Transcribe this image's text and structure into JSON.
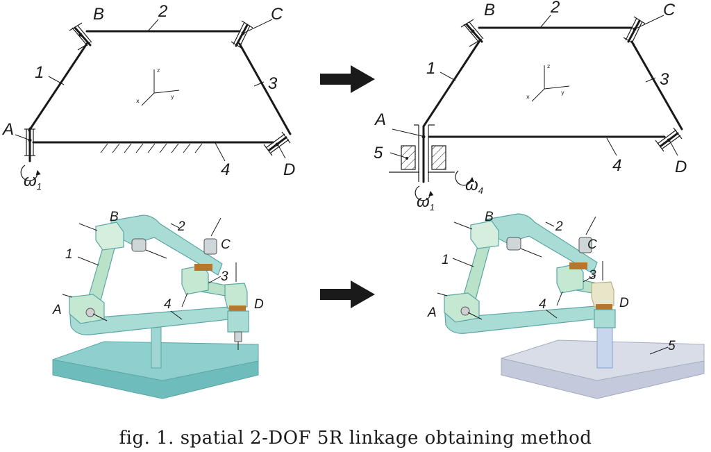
{
  "labels": {
    "A": "A",
    "B": "B",
    "C": "C",
    "D": "D",
    "link1": "1",
    "link2": "2",
    "link3": "3",
    "link4": "4",
    "link5": "5",
    "omega": "ω",
    "sub1": "1",
    "sub4": "4"
  },
  "axes": {
    "x": "x",
    "y": "y",
    "z": "z"
  },
  "caption": "fig. 1. spatial 2-DOF 5R linkage obtaining method",
  "colors": {
    "model_body": "#a9dcd4",
    "model_base": "#8fd0cf",
    "model_base_alt": "#d8dde8",
    "bearing": "#b8762a",
    "arrow": "#1a1a1a"
  }
}
